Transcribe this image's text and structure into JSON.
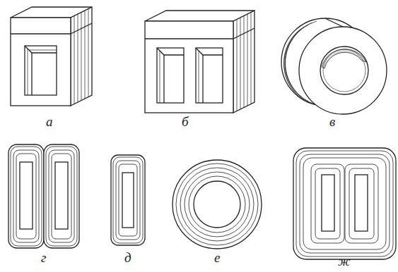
{
  "diagram": {
    "labels": [
      "а",
      "б",
      "в",
      "г",
      "д",
      "е",
      "ж"
    ]
  }
}
